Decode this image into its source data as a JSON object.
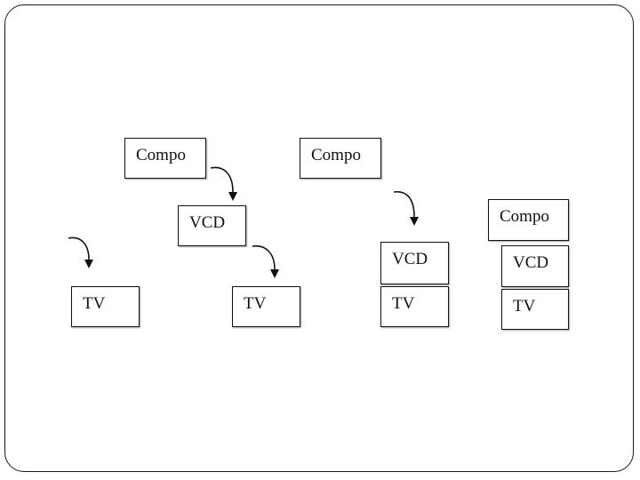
{
  "diagram": {
    "boxes": [
      {
        "id": "compo-1",
        "label": "Compo"
      },
      {
        "id": "vcd-1",
        "label": "VCD"
      },
      {
        "id": "tv-1",
        "label": "TV"
      },
      {
        "id": "tv-2",
        "label": "TV"
      },
      {
        "id": "compo-2",
        "label": "Compo"
      },
      {
        "id": "vcd-2",
        "label": "VCD"
      },
      {
        "id": "tv-3",
        "label": "TV"
      },
      {
        "id": "compo-3",
        "label": "Compo"
      },
      {
        "id": "vcd-3",
        "label": "VCD"
      },
      {
        "id": "tv-4",
        "label": "TV"
      }
    ]
  }
}
